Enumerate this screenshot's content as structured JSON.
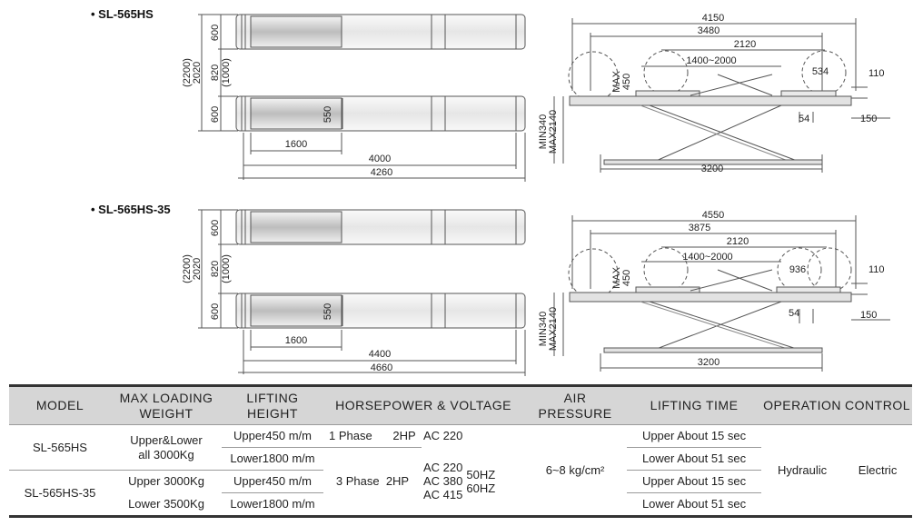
{
  "models": [
    {
      "title": "• SL-565HS",
      "plan": {
        "width_total": "(2200)",
        "width_inner": "2020",
        "runway_width": "600",
        "gap": "820",
        "gap_alt": "(1000)",
        "runway_width_2": "600",
        "plate_width": "550",
        "plate_length": "1600",
        "runway_length": "4000",
        "total_length": "4260"
      },
      "side": {
        "overall": "4150",
        "platform": "3480",
        "wheelbase": "2120",
        "wheelbase_range": "1400~2000",
        "max_raise": "MAX\n450",
        "plate_offset": "534",
        "height_range_min": "MIN340",
        "height_range_max": "MAX2140",
        "ramp_h": "110",
        "step": "54",
        "ramp_len": "150",
        "base": "3200"
      }
    },
    {
      "title": "• SL-565HS-35",
      "plan": {
        "width_total": "(2200)",
        "width_inner": "2020",
        "runway_width": "600",
        "gap": "820",
        "gap_alt": "(1000)",
        "runway_width_2": "600",
        "plate_width": "550",
        "plate_length": "1600",
        "runway_length": "4400",
        "total_length": "4660"
      },
      "side": {
        "overall": "4550",
        "platform": "3875",
        "wheelbase": "2120",
        "wheelbase_range": "1400~2000",
        "max_raise": "MAX\n450",
        "plate_offset": "936",
        "height_range_min": "MIN340",
        "height_range_max": "MAX2140",
        "ramp_h": "110",
        "step": "54",
        "ramp_len": "150",
        "base": "3200"
      }
    }
  ],
  "table": {
    "headers": [
      "MODEL",
      "MAX LOADING\nWEIGHT",
      "LIFTING\nHEIGHT",
      "HORSEPOWER & VOLTAGE",
      "AIR PRESSURE",
      "LIFTING TIME",
      "OPERATION",
      "CONTROL"
    ],
    "rows": {
      "model_1": "SL-565HS",
      "model_2": "SL-565HS-35",
      "weight_1": "Upper&Lower\nall 3000Kg",
      "weight_2a": "Upper 3000Kg",
      "weight_2b": "Lower 3500Kg",
      "height_1a": "Upper450 m/m",
      "height_1b": "Lower1800 m/m",
      "height_2a": "Upper450 m/m",
      "height_2b": "Lower1800 m/m",
      "phase_1": "1 Phase",
      "hp_1": "2HP",
      "ac_1": "AC 220",
      "phase_3": "3 Phase",
      "hp_3": "2HP",
      "ac_3": "AC 220\nAC 380\nAC 415",
      "freq": "50HZ\n60HZ",
      "air": "6~8 kg/cm²",
      "time_1a": "Upper About 15 sec",
      "time_1b": "Lower About 51 sec",
      "time_2a": "Upper About 15 sec",
      "time_2b": "Lower About 51 sec",
      "operation": "Hydraulic",
      "control": "Electric"
    }
  }
}
